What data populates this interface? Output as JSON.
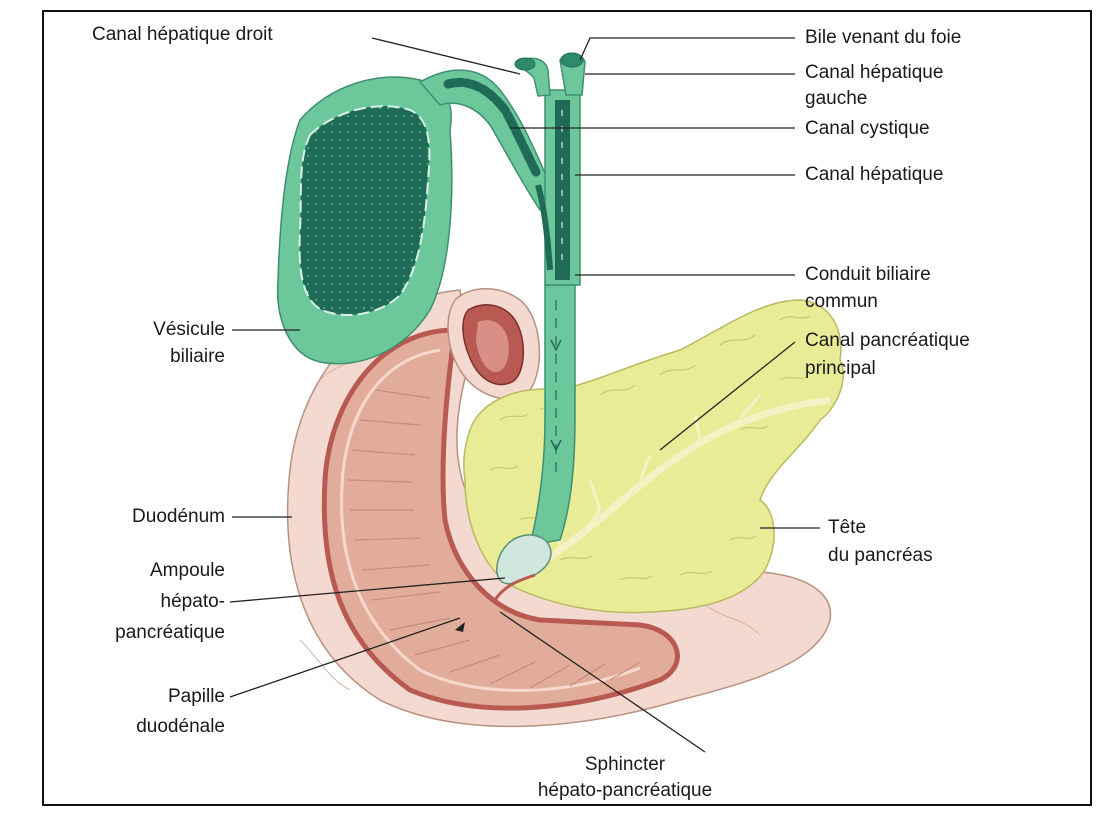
{
  "labels": {
    "canal_hepatique_droit": "Canal hépatique droit",
    "bile_venant_du_foie": "Bile venant du foie",
    "canal_hepatique_gauche_1": "Canal hépatique",
    "canal_hepatique_gauche_2": "gauche",
    "canal_cystique": "Canal cystique",
    "canal_hepatique": "Canal hépatique",
    "conduit_biliaire_commun_1": "Conduit biliaire",
    "conduit_biliaire_commun_2": "commun",
    "canal_pancreatique_principal_1": "Canal pancréatique",
    "canal_pancreatique_principal_2": "principal",
    "vesicule_biliaire_1": "Vésicule",
    "vesicule_biliaire_2": "biliaire",
    "duodenum": "Duodénum",
    "tete_du_pancreas_1": "Tête",
    "tete_du_pancreas_2": "du pancréas",
    "ampoule_1": "Ampoule",
    "ampoule_2": "hépato-",
    "ampoule_3": "pancréatique",
    "papille_1": "Papille",
    "papille_2": "duodénale",
    "sphincter_1": "Sphincter",
    "sphincter_2": "hépato-pancréatique"
  },
  "colors": {
    "bile_duct": "#6cc79b",
    "bile_dark": "#1f6b57",
    "pancreas": "#e9ec96",
    "duodenum_outer": "#f3d9cf",
    "duodenum_inner": "#e2ac9b",
    "mucosa_red": "#b85a52"
  }
}
